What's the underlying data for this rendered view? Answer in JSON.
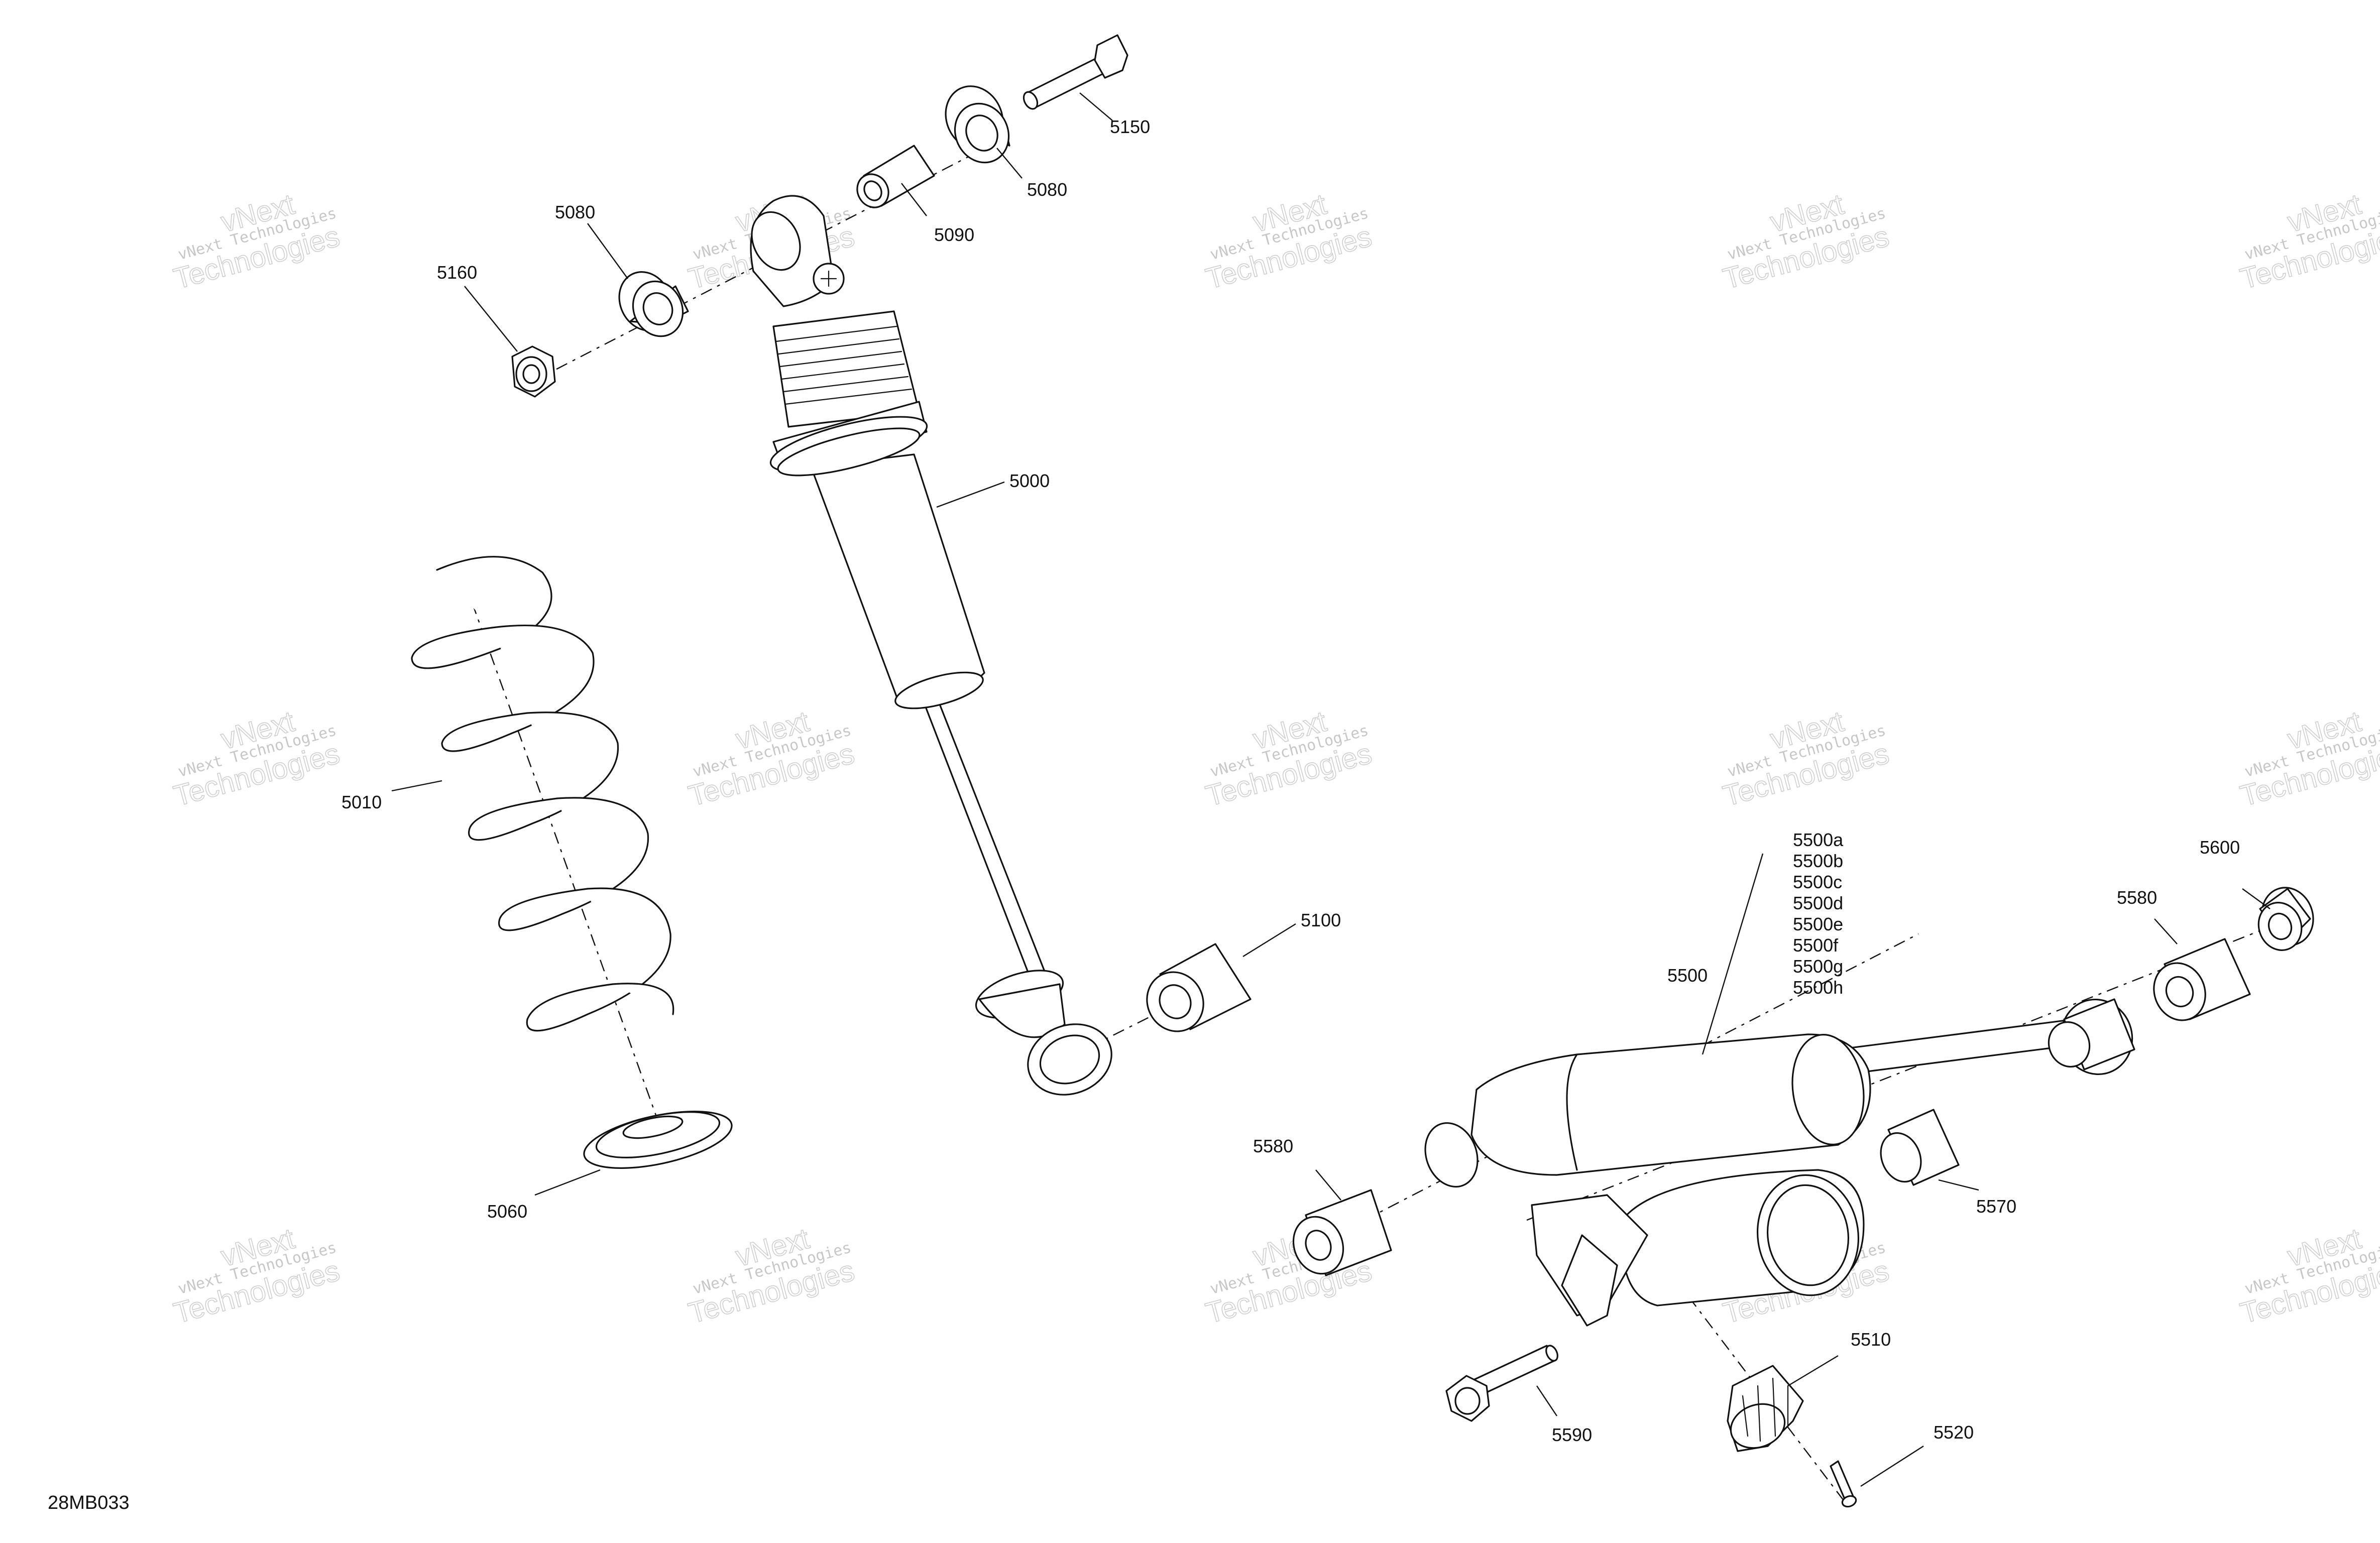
{
  "figure_ref": "28MB033",
  "watermark": {
    "line1": "vNext Technologies",
    "line2_top": "vNext",
    "line2_bottom": "Technologies"
  },
  "callouts": {
    "p5150": "5150",
    "p5080_top": "5080",
    "p5090": "5090",
    "p5080_left": "5080",
    "p5160": "5160",
    "p5000": "5000",
    "p5010": "5010",
    "p5060": "5060",
    "p5100": "5100",
    "p5500_list": [
      "5500a",
      "5500b",
      "5500c",
      "5500d",
      "5500e",
      "5500f",
      "5500g",
      "5500h"
    ],
    "p5500": "5500",
    "p5600": "5600",
    "p5580_right": "5580",
    "p5580_left": "5580",
    "p5570": "5570",
    "p5510": "5510",
    "p5590": "5590",
    "p5520": "5520"
  }
}
